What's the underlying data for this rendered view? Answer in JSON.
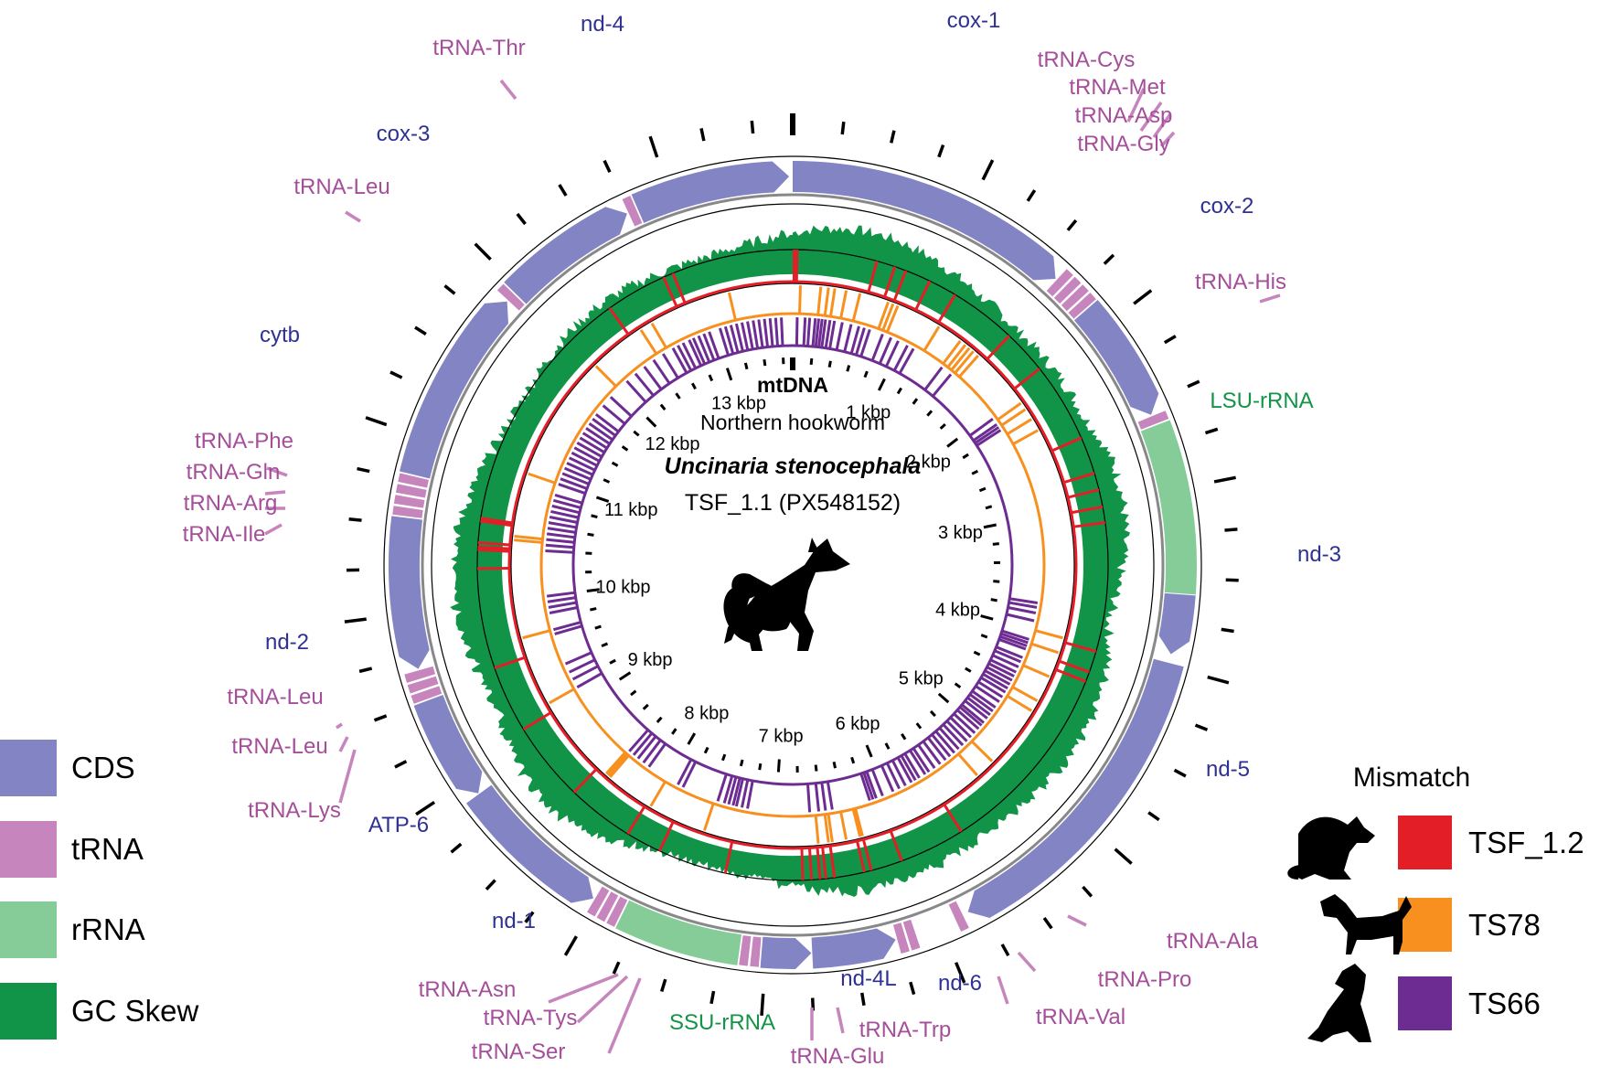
{
  "center": {
    "title": "mtDNA",
    "common_name": "Northern hookworm",
    "species": "Uncinaria stenocephala",
    "isolate": "TSF_1.1 (PX548152)"
  },
  "genome_length_bp": 13700,
  "scale_labels": [
    "1 kbp",
    "2 kbp",
    "3 kbp",
    "4 kbp",
    "5 kbp",
    "6 kbp",
    "7 kbp",
    "8 kbp",
    "9 kbp",
    "10 kbp",
    "11 kbp",
    "12 kbp",
    "13 kbp"
  ],
  "colors": {
    "cds": "#8384c4",
    "trna": "#c685bd",
    "rrna": "#85cc98",
    "gc_skew": "#119447",
    "cds_label": "#2e3192",
    "trna_label": "#a54e9a",
    "rrna_label": "#139447",
    "tsf12": "#e31e26",
    "ts78": "#f7901e",
    "ts66": "#6d2c91"
  },
  "features": [
    {
      "type": "CDS",
      "name": "cox-1",
      "start": 0,
      "end": 1620,
      "strand": "+"
    },
    {
      "type": "tRNA",
      "name": "tRNA-Cys",
      "start": 1625,
      "end": 1680
    },
    {
      "type": "tRNA",
      "name": "tRNA-Met",
      "start": 1685,
      "end": 1740
    },
    {
      "type": "tRNA",
      "name": "tRNA-Asp",
      "start": 1745,
      "end": 1800
    },
    {
      "type": "tRNA",
      "name": "tRNA-Gly",
      "start": 1805,
      "end": 1860
    },
    {
      "type": "CDS",
      "name": "cox-2",
      "start": 1865,
      "end": 2560,
      "strand": "+"
    },
    {
      "type": "tRNA",
      "name": "tRNA-His",
      "start": 2565,
      "end": 2620
    },
    {
      "type": "rRNA",
      "name": "LSU-rRNA",
      "start": 2625,
      "end": 3585
    },
    {
      "type": "CDS",
      "name": "nd-3",
      "start": 3590,
      "end": 3930,
      "strand": "+"
    },
    {
      "type": "CDS",
      "name": "nd-5",
      "start": 3980,
      "end": 5830,
      "strand": "+"
    },
    {
      "type": "tRNA",
      "name": "tRNA-Ala",
      "start": 5860,
      "end": 5915
    },
    {
      "type": "tRNA",
      "name": "tRNA-Pro",
      "start": 6145,
      "end": 6200
    },
    {
      "type": "tRNA",
      "name": "tRNA-Val",
      "start": 6205,
      "end": 6260
    },
    {
      "type": "CDS",
      "name": "nd-6",
      "start": 6265,
      "end": 6740,
      "strand": "-"
    },
    {
      "type": "CDS",
      "name": "nd-4L",
      "start": 6745,
      "end": 7025,
      "strand": "-"
    },
    {
      "type": "tRNA",
      "name": "tRNA-Trp",
      "start": 7030,
      "end": 7085
    },
    {
      "type": "tRNA",
      "name": "tRNA-Glu",
      "start": 7090,
      "end": 7145
    },
    {
      "type": "rRNA",
      "name": "SSU-rRNA",
      "start": 7150,
      "end": 7840
    },
    {
      "type": "tRNA",
      "name": "tRNA-Ser",
      "start": 7845,
      "end": 7900
    },
    {
      "type": "tRNA",
      "name": "tRNA-Tys",
      "start": 7905,
      "end": 7960
    },
    {
      "type": "tRNA",
      "name": "tRNA-Asn",
      "start": 7965,
      "end": 8020
    },
    {
      "type": "CDS",
      "name": "nd-1",
      "start": 8025,
      "end": 8900,
      "strand": "-"
    },
    {
      "type": "CDS",
      "name": "ATP-6",
      "start": 8905,
      "end": 9500,
      "strand": "-"
    },
    {
      "type": "tRNA",
      "name": "tRNA-Lys",
      "start": 9505,
      "end": 9560
    },
    {
      "type": "tRNA",
      "name": "tRNA-Leu",
      "start": 9565,
      "end": 9620
    },
    {
      "type": "tRNA",
      "name": "tRNA-Leu",
      "start": 9625,
      "end": 9680
    },
    {
      "type": "CDS",
      "name": "nd-2",
      "start": 9685,
      "end": 10540,
      "strand": "-"
    },
    {
      "type": "tRNA",
      "name": "tRNA-Ile",
      "start": 10545,
      "end": 10600
    },
    {
      "type": "tRNA",
      "name": "tRNA-Arg",
      "start": 10605,
      "end": 10660
    },
    {
      "type": "tRNA",
      "name": "tRNA-Gln",
      "start": 10665,
      "end": 10720
    },
    {
      "type": "tRNA",
      "name": "tRNA-Phe",
      "start": 10725,
      "end": 10780
    },
    {
      "type": "CDS",
      "name": "cytb",
      "start": 10785,
      "end": 11900,
      "strand": "+"
    },
    {
      "type": "tRNA",
      "name": "tRNA-Leu",
      "start": 11905,
      "end": 11960
    },
    {
      "type": "CDS",
      "name": "cox-3",
      "start": 11965,
      "end": 12740,
      "strand": "+"
    },
    {
      "type": "tRNA",
      "name": "tRNA-Thr",
      "start": 12745,
      "end": 12800
    },
    {
      "type": "CDS",
      "name": "nd-4",
      "start": 12805,
      "end": 13680,
      "strand": "+"
    }
  ],
  "feature_labels": [
    {
      "text": "cox-1",
      "kind": "cds"
    },
    {
      "text": "tRNA-Cys",
      "kind": "trna"
    },
    {
      "text": "tRNA-Met",
      "kind": "trna"
    },
    {
      "text": "tRNA-Asp",
      "kind": "trna"
    },
    {
      "text": "tRNA-Gly",
      "kind": "trna"
    },
    {
      "text": "cox-2",
      "kind": "cds"
    },
    {
      "text": "tRNA-His",
      "kind": "trna"
    },
    {
      "text": "LSU-rRNA",
      "kind": "rrna"
    },
    {
      "text": "nd-3",
      "kind": "cds"
    },
    {
      "text": "nd-5",
      "kind": "cds"
    },
    {
      "text": "tRNA-Ala",
      "kind": "trna"
    },
    {
      "text": "tRNA-Pro",
      "kind": "trna"
    },
    {
      "text": "tRNA-Val",
      "kind": "trna"
    },
    {
      "text": "nd-6",
      "kind": "cds"
    },
    {
      "text": "nd-4L",
      "kind": "cds"
    },
    {
      "text": "tRNA-Trp",
      "kind": "trna"
    },
    {
      "text": "tRNA-Glu",
      "kind": "trna"
    },
    {
      "text": "SSU-rRNA",
      "kind": "rrna"
    },
    {
      "text": "tRNA-Ser",
      "kind": "trna"
    },
    {
      "text": "tRNA-Tys",
      "kind": "trna"
    },
    {
      "text": "tRNA-Asn",
      "kind": "trna"
    },
    {
      "text": "nd-1",
      "kind": "cds"
    },
    {
      "text": "ATP-6",
      "kind": "cds"
    },
    {
      "text": "tRNA-Lys",
      "kind": "trna"
    },
    {
      "text": "tRNA-Leu",
      "kind": "trna"
    },
    {
      "text": "tRNA-Leu",
      "kind": "trna"
    },
    {
      "text": "nd-2",
      "kind": "cds"
    },
    {
      "text": "tRNA-Ile",
      "kind": "trna"
    },
    {
      "text": "tRNA-Arg",
      "kind": "trna"
    },
    {
      "text": "tRNA-Gln",
      "kind": "trna"
    },
    {
      "text": "tRNA-Phe",
      "kind": "trna"
    },
    {
      "text": "cytb",
      "kind": "cds"
    },
    {
      "text": "tRNA-Leu",
      "kind": "trna"
    },
    {
      "text": "cox-3",
      "kind": "cds"
    },
    {
      "text": "tRNA-Thr",
      "kind": "trna"
    },
    {
      "text": "nd-4",
      "kind": "cds"
    }
  ],
  "legend": {
    "features": [
      {
        "label": "CDS",
        "color": "#8384c4"
      },
      {
        "label": "tRNA",
        "color": "#c685bd"
      },
      {
        "label": "rRNA",
        "color": "#85cc98"
      },
      {
        "label": "GC Skew",
        "color": "#119447"
      }
    ],
    "mismatch_title": "Mismatch",
    "mismatch": [
      {
        "label": "TSF_1.2",
        "color": "#e31e26"
      },
      {
        "label": "TS78",
        "color": "#f7901e"
      },
      {
        "label": "TS66",
        "color": "#6d2c91"
      }
    ]
  },
  "mismatch_positions": {
    "TSF_1.2": [
      10,
      30,
      590,
      720,
      800,
      980,
      1180,
      1650,
      1960,
      2520,
      2780,
      2900,
      3020,
      3130,
      4030,
      4180,
      4250,
      5620,
      6080,
      6300,
      6350,
      6560,
      6620,
      6660,
      6720,
      6780,
      7320,
      7800,
      8050,
      8520,
      9080,
      9550,
      10250,
      10380,
      10400,
      10430,
      10580,
      10600,
      12350,
      12780,
      12850
    ],
    "TS78": [
      60,
      220,
      280,
      330,
      420,
      530,
      760,
      800,
      840,
      1200,
      1400,
      1450,
      1490,
      1530,
      1580,
      2080,
      2140,
      2230,
      2330,
      4000,
      4120,
      4320,
      4530,
      4620,
      5120,
      5280,
      6300,
      6320,
      6430,
      6540,
      6570,
      6650,
      7550,
      8010,
      8400,
      8410,
      8420,
      8430,
      8440,
      9150,
      9700,
      10470,
      10500,
      11000,
      12000,
      12450,
      12550,
      13200
    ],
    "TS66": [
      40,
      110,
      150,
      200,
      230,
      260,
      290,
      330,
      370,
      440,
      520,
      590,
      640,
      690,
      810,
      890,
      960,
      1050,
      1110,
      1410,
      1510,
      2050,
      2110,
      2140,
      2170,
      3760,
      3800,
      3850,
      3920,
      4090,
      4120,
      4150,
      4180,
      4260,
      4300,
      4350,
      4400,
      4440,
      4480,
      4520,
      4560,
      4600,
      4650,
      4700,
      4760,
      4800,
      4840,
      4880,
      4930,
      4960,
      5000,
      5050,
      5100,
      5150,
      5200,
      5250,
      5300,
      5350,
      5400,
      5460,
      5520,
      5580,
      5620,
      5680,
      5720,
      5760,
      5820,
      5880,
      5940,
      6040,
      6100,
      6130,
      6160,
      6500,
      6560,
      6620,
      6700,
      7250,
      7300,
      7350,
      7380,
      7420,
      7460,
      7520,
      7850,
      7900,
      8200,
      8260,
      8320,
      8370,
      8420,
      9150,
      9230,
      9300,
      9380,
      9660,
      9700,
      9850,
      9900,
      9950,
      10000,
      10400,
      10450,
      10500,
      10550,
      10600,
      10650,
      10700,
      10750,
      10800,
      10850,
      10900,
      11000,
      11050,
      11100,
      11150,
      11200,
      11250,
      11300,
      11350,
      11400,
      11450,
      11500,
      11550,
      11600,
      11650,
      11700,
      11800,
      11900,
      12100,
      12200,
      12300,
      12400,
      12500,
      12600,
      12650,
      12700,
      12760,
      12800,
      12850,
      12900,
      12950,
      13050,
      13100,
      13150,
      13200,
      13250,
      13300,
      13350,
      13400,
      13450,
      13500,
      13550,
      13600
    ]
  }
}
